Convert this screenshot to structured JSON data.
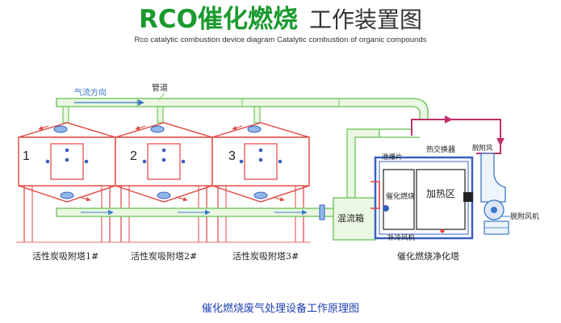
{
  "header": {
    "title_main": "RCO催化燃烧",
    "title_sub": "工作装置图",
    "subtitle_en": "Rco catalytic combustion device diagram Catalytic combustion of organic compounds"
  },
  "labels": {
    "airflow": "气流方向",
    "pipe": "管道",
    "tower1_number": "1",
    "tower2_number": "2",
    "tower3_number": "3",
    "tower1_name": "活性炭吸附塔1#",
    "tower2_name": "活性炭吸附塔2#",
    "tower3_name": "活性炭吸附塔3#",
    "mixing_box": "混流箱",
    "explosion_relief": "泄爆片",
    "heat_exchanger": "热交换器",
    "desorption_fan_top": "脱附风",
    "catalytic_bed": "催化燃烧",
    "heating_zone": "加热区",
    "makeup_fan": "补冷风机",
    "desorption_fan": "脱附风机",
    "unit_name": "催化燃烧净化塔"
  },
  "caption": "催化燃烧废气处理设备工作原理图",
  "colors": {
    "title_green": "#1a9a2e",
    "caption_blue": "#1f3fb4",
    "tower_red": "#e0443f",
    "pipe_green": "#7cc96a",
    "pipe_fill": "#eaf7e2",
    "hot_magenta": "#c0306a",
    "frame_blue": "#3a5fc0",
    "arrow_blue": "#3a78c8"
  }
}
